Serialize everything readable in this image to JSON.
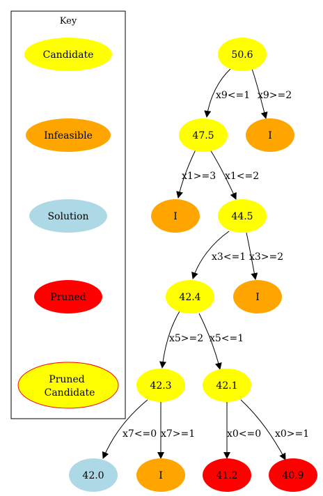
{
  "key": {
    "title": "Key",
    "items": [
      {
        "label": "Candidate",
        "fill": "#ffff00",
        "stroke": "#ffff00"
      },
      {
        "label": "Infeasible",
        "fill": "#ffa500",
        "stroke": "#ffa500"
      },
      {
        "label": "Solution",
        "fill": "#add8e6",
        "stroke": "#add8e6"
      },
      {
        "label": "Pruned",
        "fill": "#ff0000",
        "stroke": "#ff0000"
      },
      {
        "label_line1": "Pruned",
        "label_line2": "Candidate",
        "fill": "#ffff00",
        "stroke": "#ff0000"
      }
    ]
  },
  "colors": {
    "candidate": "#ffff00",
    "infeasible": "#ffa500",
    "solution": "#add8e6",
    "pruned": "#ff0000",
    "edge": "#000000"
  },
  "nodes": {
    "n_root": "50.6",
    "n_a": "47.5",
    "n_a_inf": "I",
    "n_b_inf": "I",
    "n_b": "44.5",
    "n_c": "42.4",
    "n_c_inf": "I",
    "n_d": "42.3",
    "n_e": "42.1",
    "n_f_sol": "42.0",
    "n_f_inf": "I",
    "n_g_pr1": "41.2",
    "n_g_pr2": "40.9"
  },
  "edges": {
    "e1": "x9<=1",
    "e2": "x9>=2",
    "e3": "x1>=3",
    "e4": "x1<=2",
    "e5": "x3<=1",
    "e6": "x3>=2",
    "e7": "x5>=2",
    "e8": "x5<=1",
    "e9": "x7<=0",
    "e10": "x7>=1",
    "e11": "x0<=0",
    "e12": "x0>=1"
  }
}
